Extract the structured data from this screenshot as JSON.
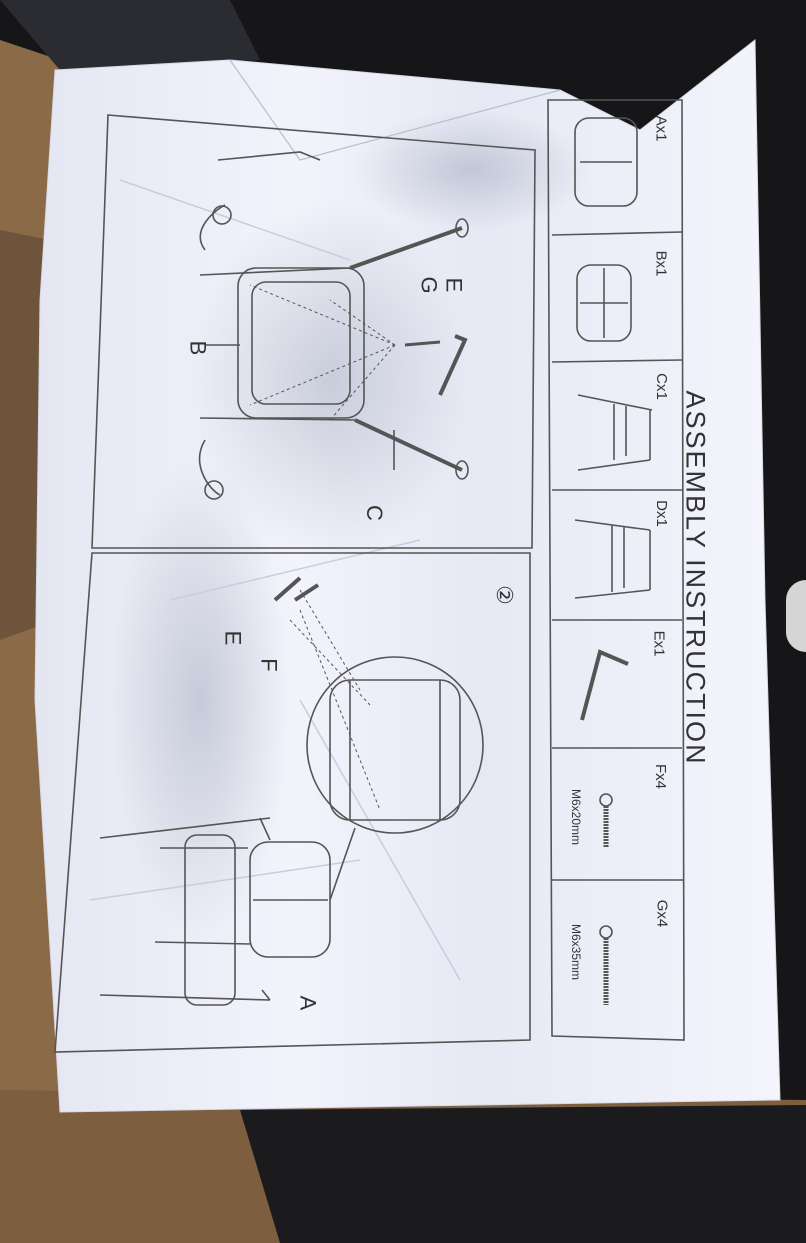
{
  "sheet": {
    "title": "ASSEMBLY INSTRUCTION",
    "parts": [
      {
        "code": "Ax1",
        "icon": "seat-cushion-icon"
      },
      {
        "code": "Bx1",
        "icon": "backrest-icon"
      },
      {
        "code": "Cx1",
        "icon": "left-leg-frame-icon"
      },
      {
        "code": "Dx1",
        "icon": "right-leg-frame-icon"
      },
      {
        "code": "Ex1",
        "icon": "allen-key-icon"
      },
      {
        "code": "Fx4",
        "size": "M6x20mm",
        "icon": "short-bolt-icon"
      },
      {
        "code": "Gx4",
        "size": "M6x35mm",
        "icon": "long-bolt-icon"
      }
    ],
    "step1": {
      "callouts": {
        "e": "E",
        "g": "G",
        "b": "B",
        "c": "C"
      }
    },
    "step2": {
      "number": "②",
      "callouts": {
        "e": "E",
        "f": "F",
        "a": "A"
      }
    }
  },
  "colors": {
    "paper": "#eef0fa",
    "ink": "#444444",
    "cardboard": "#8a6a47",
    "plastic": "#141416"
  }
}
